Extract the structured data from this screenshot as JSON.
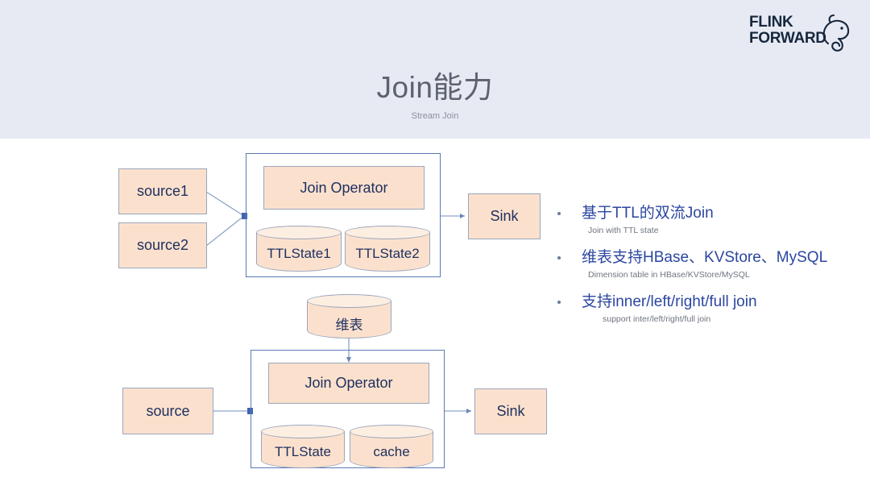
{
  "slide": {
    "title": "Join能力",
    "subtitle": "Stream Join",
    "background": "#ffffff",
    "header_band_color": "#e7eaf3"
  },
  "logo": {
    "line1": "FLINK",
    "line2": "FORWARD",
    "icon": "squirrel-icon",
    "color": "#16273d"
  },
  "colors": {
    "node_fill": "#fbe1cd",
    "node_border": "#9aa6bd",
    "container_border": "#5b79b5",
    "node_text": "#1f3060",
    "bullet_text": "#2b46a0",
    "bullet_sub_text": "#6f7481",
    "title_text": "#5c6270",
    "connector": "#8ea4c8"
  },
  "diagram_top": {
    "name": "stream-join-diagram",
    "sources": [
      {
        "label": "source1"
      },
      {
        "label": "source2"
      }
    ],
    "operator": {
      "label": "Join Operator"
    },
    "states": [
      {
        "label": "TTLState1"
      },
      {
        "label": "TTLState2"
      }
    ],
    "sink": {
      "label": "Sink"
    }
  },
  "diagram_bottom": {
    "name": "dimension-join-diagram",
    "dimension_table": {
      "label": "维表"
    },
    "source": {
      "label": "source"
    },
    "operator": {
      "label": "Join Operator"
    },
    "states": [
      {
        "label": "TTLState"
      },
      {
        "label": "cache"
      }
    ],
    "sink": {
      "label": "Sink"
    }
  },
  "bullets": [
    {
      "main": "基于TTL的双流Join",
      "sub": "Join with TTL state"
    },
    {
      "main": "维表支持HBase、KVStore、MySQL",
      "sub": "Dimension table in HBase/KVStore/MySQL"
    },
    {
      "main": "支持inner/left/right/full join",
      "sub": "support inter/left/right/full join"
    }
  ]
}
